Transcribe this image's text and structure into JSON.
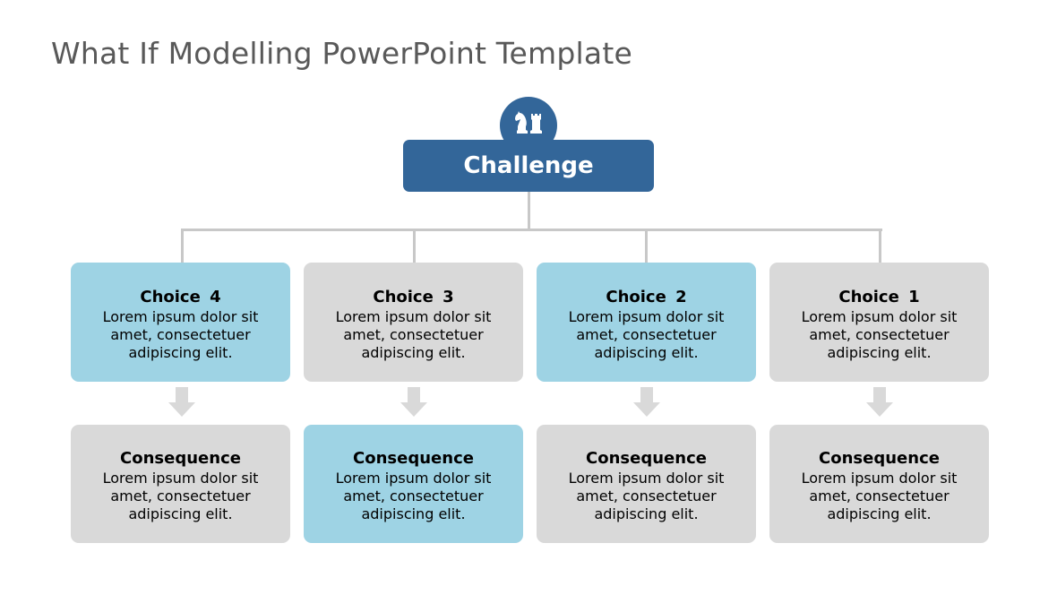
{
  "title": "What If Modelling PowerPoint Template",
  "colors": {
    "challenge": "#336699",
    "blue_card": "#9ed3e4",
    "gray_card": "#d9d9d9",
    "connector": "#c8c8c8",
    "title_text": "#595959"
  },
  "challenge": {
    "label": "Challenge",
    "icon": "chess-pieces-icon"
  },
  "choices": [
    {
      "title": "Choice 4",
      "text": "Lorem ipsum dolor sit amet, consectetuer adipiscing elit.",
      "color": "blue"
    },
    {
      "title": "Choice 3",
      "text": "Lorem ipsum dolor sit amet, consectetuer adipiscing elit.",
      "color": "gray"
    },
    {
      "title": "Choice 2",
      "text": "Lorem ipsum dolor sit amet, consectetuer adipiscing elit.",
      "color": "blue"
    },
    {
      "title": "Choice 1",
      "text": "Lorem ipsum dolor sit amet, consectetuer adipiscing elit.",
      "color": "gray"
    }
  ],
  "consequences": [
    {
      "title": "Consequence",
      "text": "Lorem ipsum dolor sit amet, consectetuer adipiscing elit.",
      "color": "gray"
    },
    {
      "title": "Consequence",
      "text": "Lorem ipsum dolor sit amet, consectetuer adipiscing elit.",
      "color": "blue"
    },
    {
      "title": "Consequence",
      "text": "Lorem ipsum dolor sit amet, consectetuer adipiscing elit.",
      "color": "gray"
    },
    {
      "title": "Consequence",
      "text": "Lorem ipsum dolor sit amet, consectetuer adipiscing elit.",
      "color": "gray"
    }
  ]
}
